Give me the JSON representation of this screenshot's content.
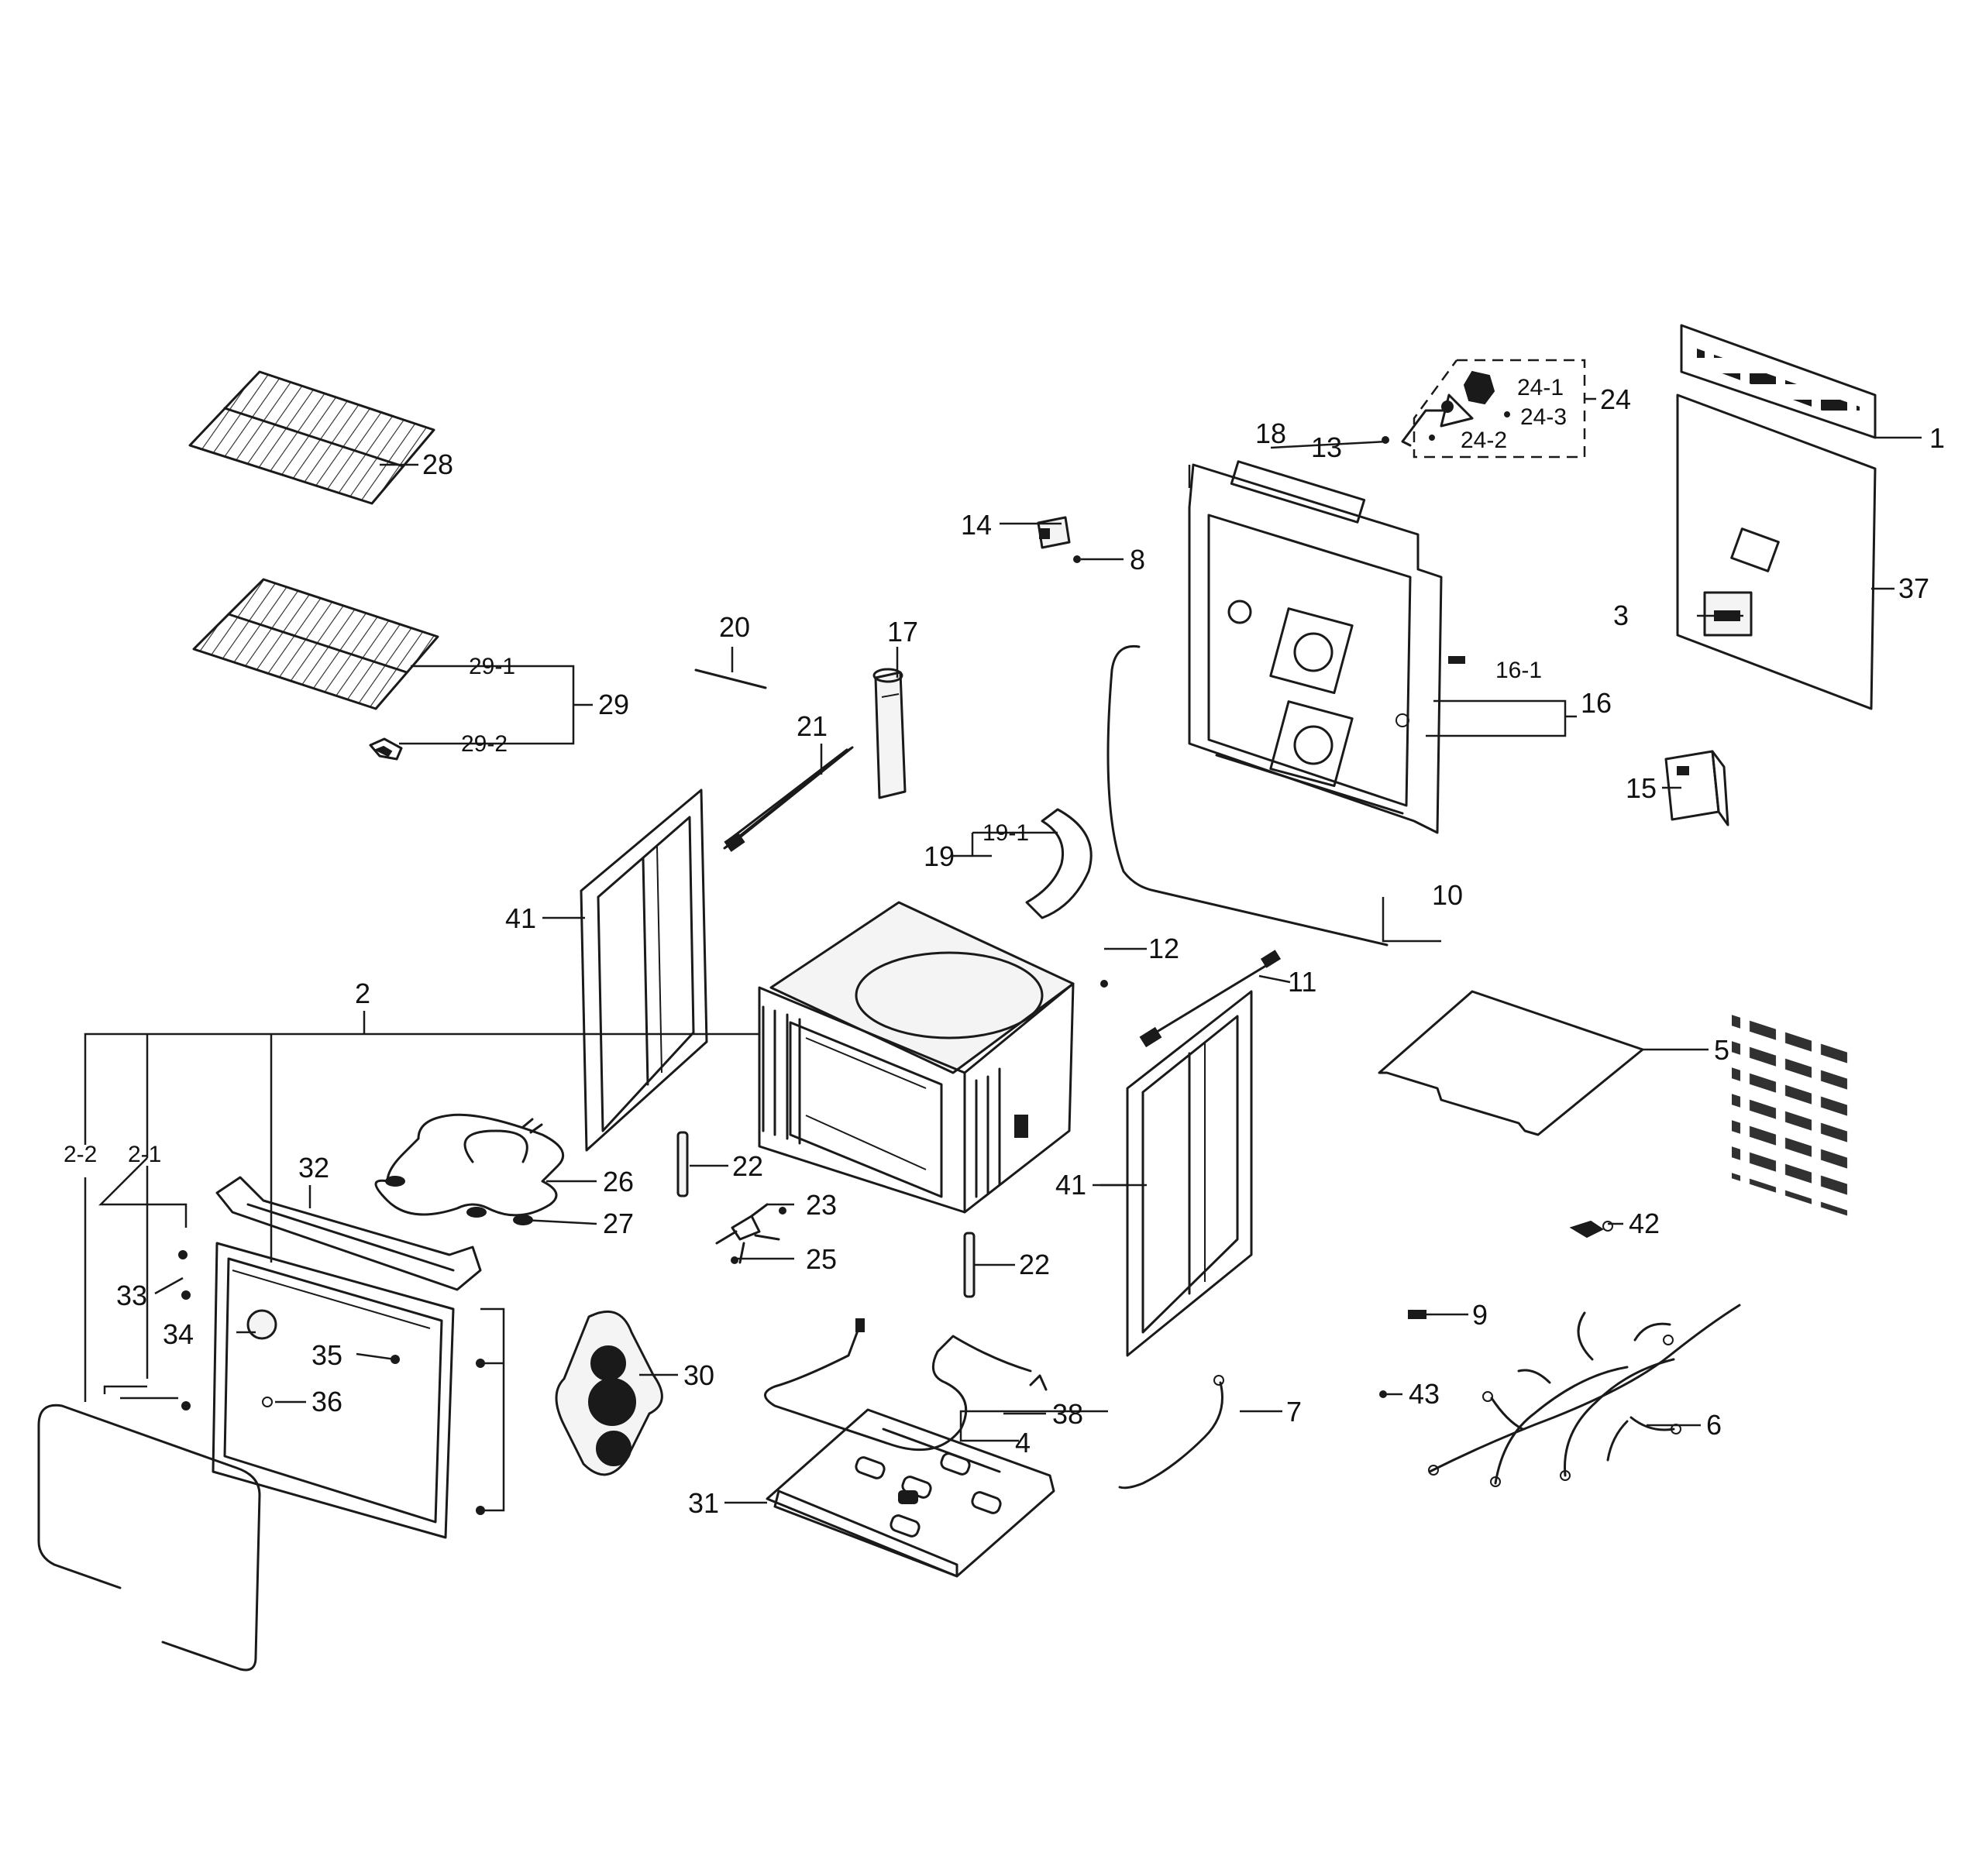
{
  "diagram": {
    "callouts": [
      "1",
      "2",
      "2-1",
      "2-2",
      "3",
      "4",
      "5",
      "6",
      "7",
      "8",
      "9",
      "10",
      "11",
      "12",
      "13",
      "14",
      "15",
      "16",
      "16-1",
      "17",
      "18",
      "19",
      "19-1",
      "20",
      "21",
      "22",
      "23",
      "24",
      "24-1",
      "24-2",
      "24-3",
      "25",
      "26",
      "27",
      "28",
      "29",
      "29-1",
      "29-2",
      "30",
      "31",
      "32",
      "33",
      "34",
      "35",
      "36",
      "37",
      "38",
      "41",
      "42",
      "43"
    ]
  }
}
